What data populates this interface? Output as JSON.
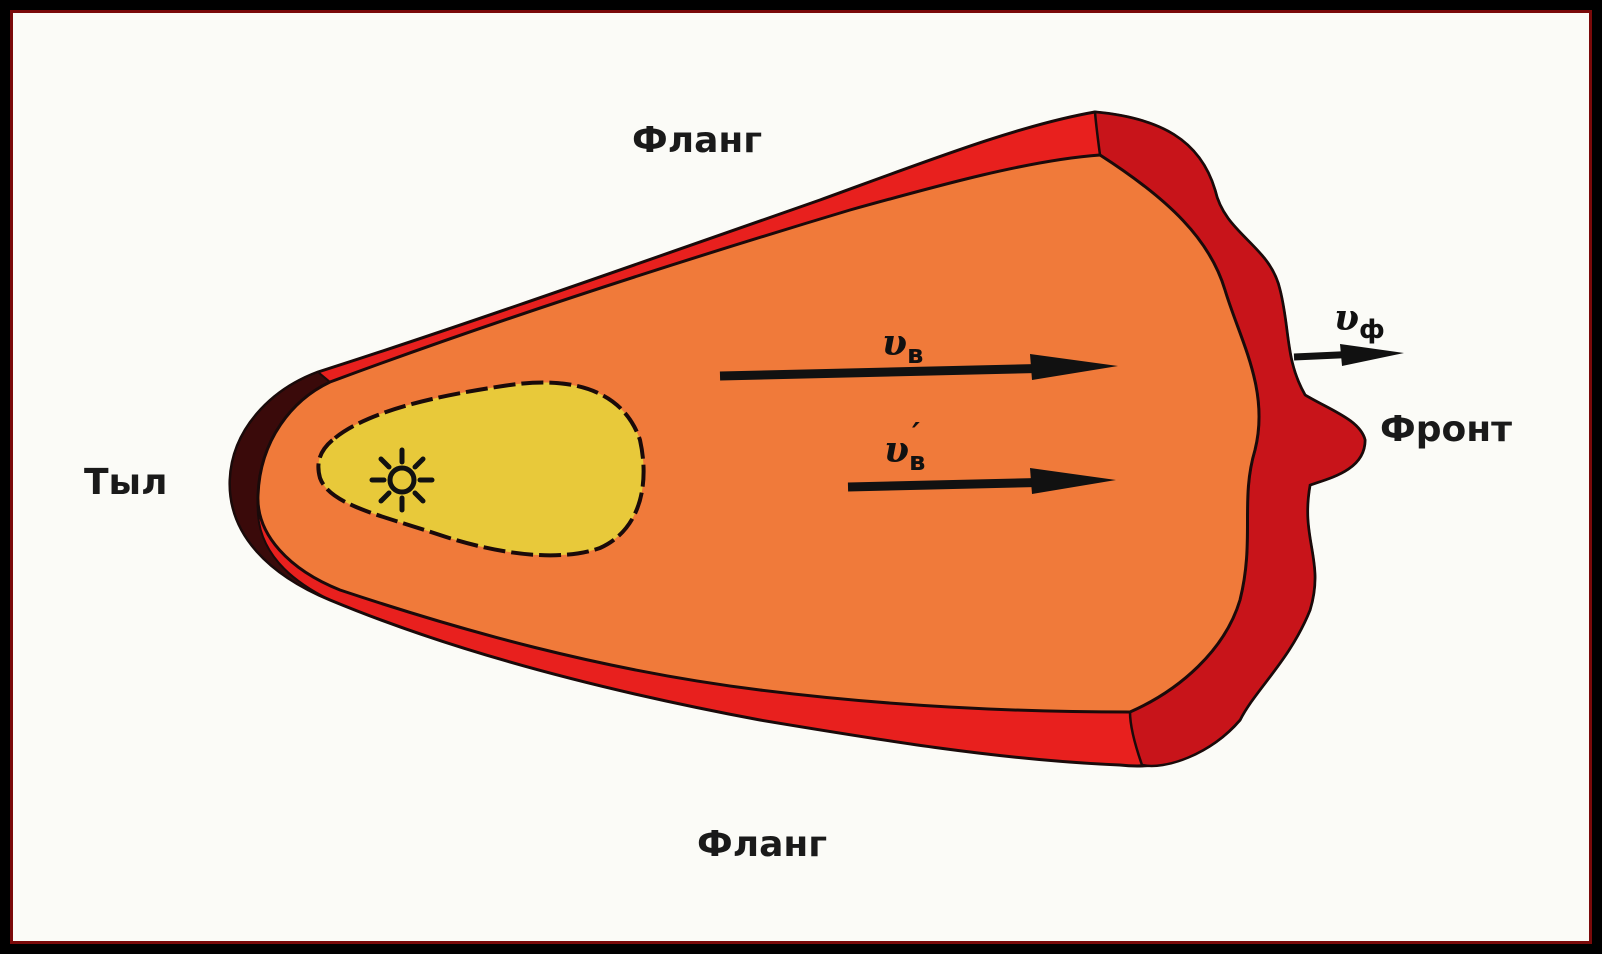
{
  "labels": {
    "flank_top": "Фланг",
    "flank_bottom": "Фланг",
    "rear": "Тыл",
    "front": "Фронт"
  },
  "vectors": {
    "v_b": {
      "symbol": "υ",
      "subscript": "в"
    },
    "v_b_prime": {
      "symbol": "υ",
      "subscript": "в",
      "prime": "′"
    },
    "v_f": {
      "symbol": "υ",
      "subscript": "ф"
    }
  },
  "colors": {
    "frame": "#7a0a0a",
    "background": "#fbfbf7",
    "outer_edge": "#e8201e",
    "front_edge": "#c8141a",
    "interior": "#f07a3a",
    "ignition_zone": "#e8c93a",
    "outline": "#1a0a0a"
  },
  "icons": {
    "ignition": "sun-burst-icon"
  }
}
